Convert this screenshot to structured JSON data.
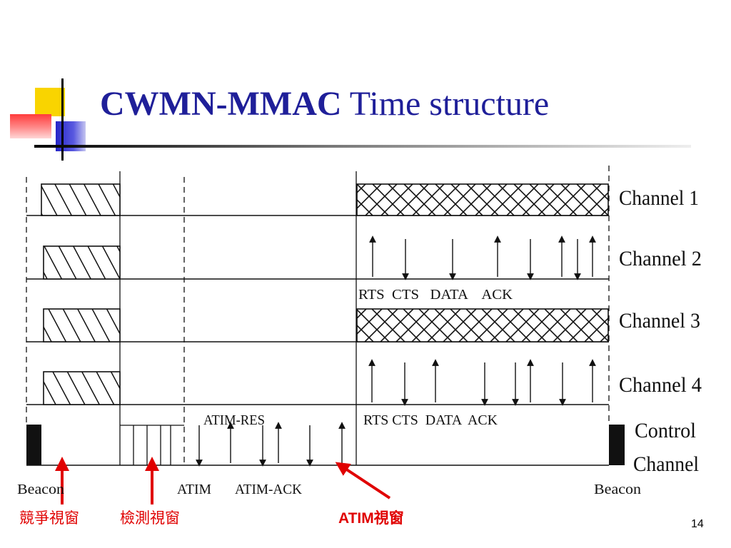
{
  "slide": {
    "title_bold": "CWMN-MMAC",
    "title_rest": " Time structure",
    "page_number": "14",
    "accent_color": "#1f1f99",
    "annotation_color": "#e00000"
  },
  "diagram": {
    "channels": [
      {
        "label": "Channel 1"
      },
      {
        "label": "Channel 2"
      },
      {
        "label": "Channel 3"
      },
      {
        "label": "Channel 4"
      }
    ],
    "control_channel": {
      "line1": "Control",
      "line2": "Channel"
    },
    "frame_labels": {
      "rts_cts_data_ack_ch2": "RTS  CTS   DATA    ACK",
      "rts_cts_data_ack_ch4": "RTS CTS  DATA  ACK",
      "atim_res": "ATIM-RES",
      "atim": "ATIM",
      "atim_ack": "ATIM-ACK",
      "beacon_left": "Beacon",
      "beacon_right": "Beacon"
    },
    "annotations": {
      "contention_window": "競爭視窗",
      "detection_window": "檢測視窗",
      "atim_window": "ATIM視窗"
    }
  }
}
